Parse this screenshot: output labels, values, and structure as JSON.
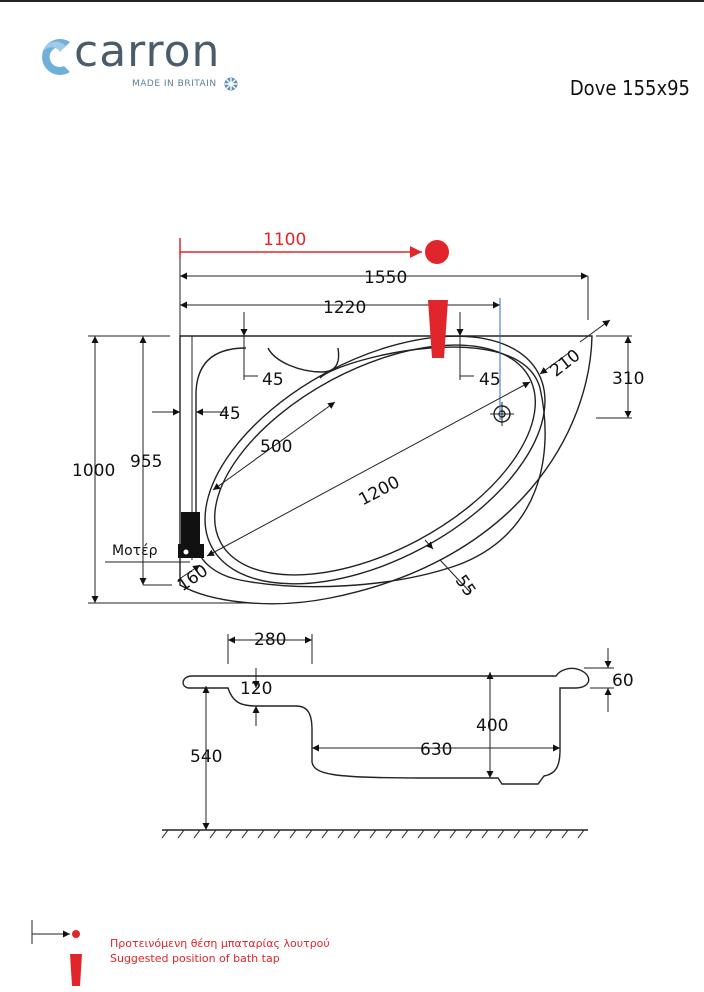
{
  "brand": {
    "name": "carron",
    "tagline": "MADE IN BRITAIN"
  },
  "model": {
    "title": "Dove 155x95"
  },
  "dimensions": {
    "tap_offset": "1100",
    "overall_length": "1550",
    "inner_length": "1220",
    "rim_left_top": "45",
    "rim_right_top": "45",
    "rim_left_side": "45",
    "seat_depth": "500",
    "basin_length": "1200",
    "corner_cut": "210",
    "right_height": "310",
    "overall_width": "1000",
    "inner_width": "955",
    "corner_radius": "160",
    "rim_front": "55",
    "step_width": "280",
    "step_depth": "120",
    "rim_height": "60",
    "water_depth": "400",
    "floor_length": "630",
    "leg_height": "540"
  },
  "labels": {
    "motor": "Μοτέρ"
  },
  "legend": {
    "greek": "Προτεινόμενη θέση μπαταρίας λουτρού",
    "english": "Suggested position of bath tap"
  },
  "colors": {
    "accent_red": "#e0262b",
    "brand_blue": "#5fa0cf",
    "brand_grey": "#4a5c6b",
    "line": "#222222"
  }
}
